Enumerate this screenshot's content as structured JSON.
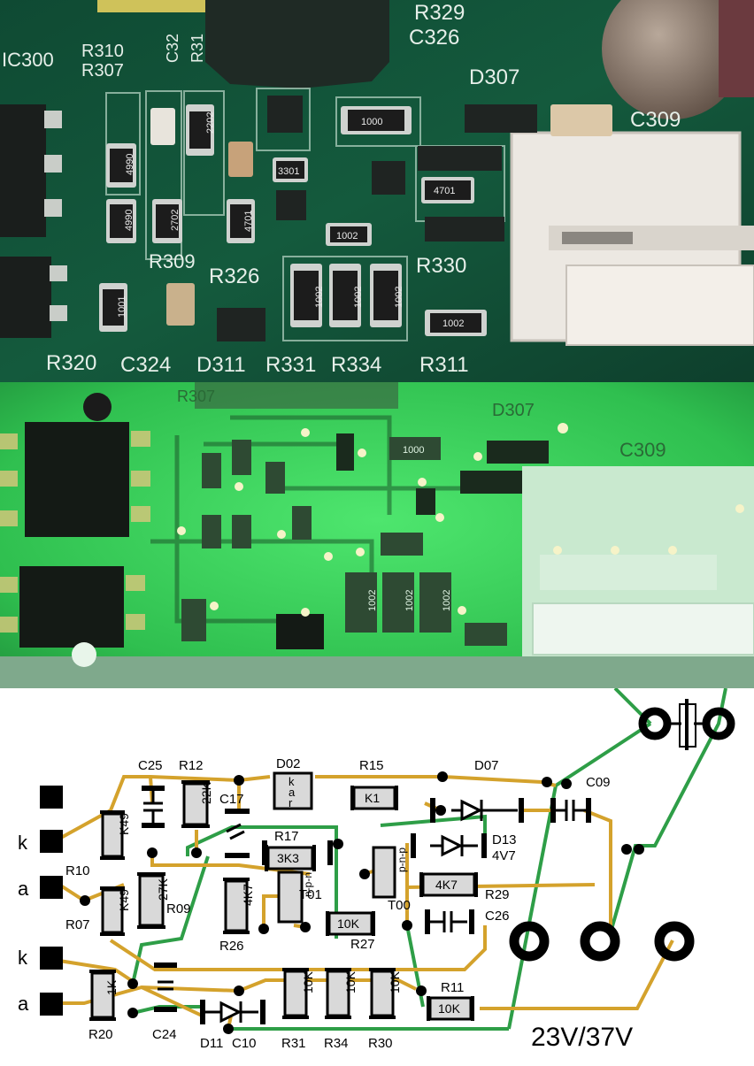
{
  "photo_top": {
    "labels": [
      {
        "id": "ic300",
        "text": "IC300"
      },
      {
        "id": "r310",
        "text": "R310"
      },
      {
        "id": "r307",
        "text": "R307"
      },
      {
        "id": "c32x",
        "text": "C32"
      },
      {
        "id": "r31x",
        "text": "R31"
      },
      {
        "id": "r329",
        "text": "R329"
      },
      {
        "id": "c326",
        "text": "C326"
      },
      {
        "id": "d307",
        "text": "D307"
      },
      {
        "id": "c309",
        "text": "C309"
      },
      {
        "id": "r309",
        "text": "R309"
      },
      {
        "id": "r326",
        "text": "R326"
      },
      {
        "id": "r330",
        "text": "R330"
      },
      {
        "id": "r320",
        "text": "R320"
      },
      {
        "id": "c324",
        "text": "C324"
      },
      {
        "id": "d311",
        "text": "D311"
      },
      {
        "id": "r331",
        "text": "R331"
      },
      {
        "id": "r334",
        "text": "R334"
      },
      {
        "id": "r311",
        "text": "R311"
      }
    ],
    "smd_codes": [
      {
        "id": "s1000",
        "text": "1000"
      },
      {
        "id": "s2202",
        "text": "2202"
      },
      {
        "id": "s4990a",
        "text": "4990"
      },
      {
        "id": "s4990b",
        "text": "4990"
      },
      {
        "id": "s2702",
        "text": "2702"
      },
      {
        "id": "s4701",
        "text": "4701"
      },
      {
        "id": "s3301",
        "text": "3301"
      },
      {
        "id": "s1002",
        "text": "1002"
      },
      {
        "id": "s1001",
        "text": "1001"
      },
      {
        "id": "s4701b",
        "text": "4701"
      },
      {
        "id": "s1002a",
        "text": "1002"
      },
      {
        "id": "s1002b",
        "text": "1002"
      },
      {
        "id": "s1002c",
        "text": "1002"
      },
      {
        "id": "s1002d",
        "text": "1002"
      }
    ]
  },
  "photo_bottom": {
    "labels": [
      {
        "id": "r307b",
        "text": "R307"
      },
      {
        "id": "c309b",
        "text": "C309"
      },
      {
        "id": "d307b",
        "text": "D307"
      }
    ],
    "smd_codes": [
      {
        "id": "b1000",
        "text": "1000"
      },
      {
        "id": "b1002a",
        "text": "1002"
      },
      {
        "id": "b1002b",
        "text": "1002"
      },
      {
        "id": "b1002c",
        "text": "1002"
      }
    ]
  },
  "schematic": {
    "colors": {
      "track_yellow": "#d4a22c",
      "track_green": "#2e9e47",
      "ink": "#000000"
    },
    "pads": [
      {
        "id": "k1",
        "text": "k"
      },
      {
        "id": "a1",
        "text": "a"
      },
      {
        "id": "k2",
        "text": "k"
      },
      {
        "id": "a2",
        "text": "a"
      }
    ],
    "labels": [
      {
        "id": "r10",
        "text": "R10"
      },
      {
        "id": "r07",
        "text": "R07"
      },
      {
        "id": "c25",
        "text": "C25"
      },
      {
        "id": "r12",
        "text": "R12"
      },
      {
        "id": "c17",
        "text": "C17"
      },
      {
        "id": "r09",
        "text": "R09"
      },
      {
        "id": "d02",
        "text": "D02"
      },
      {
        "id": "r17",
        "text": "R17"
      },
      {
        "id": "r26",
        "text": "R26"
      },
      {
        "id": "t01",
        "text": "T01"
      },
      {
        "id": "r27",
        "text": "R27"
      },
      {
        "id": "r15",
        "text": "R15"
      },
      {
        "id": "d07",
        "text": "D07"
      },
      {
        "id": "c09",
        "text": "C09"
      },
      {
        "id": "d13",
        "text": "D13"
      },
      {
        "id": "v47",
        "text": "4V7"
      },
      {
        "id": "t00",
        "text": "T00"
      },
      {
        "id": "r29",
        "text": "R29"
      },
      {
        "id": "c26",
        "text": "C26"
      },
      {
        "id": "r11",
        "text": "R11"
      },
      {
        "id": "r20",
        "text": "R20"
      },
      {
        "id": "c24",
        "text": "C24"
      },
      {
        "id": "d11",
        "text": "D11"
      },
      {
        "id": "c10",
        "text": "C10"
      },
      {
        "id": "r31",
        "text": "R31"
      },
      {
        "id": "r34",
        "text": "R34"
      },
      {
        "id": "r30",
        "text": "R30"
      }
    ],
    "values": [
      {
        "id": "v_k49a",
        "text": "K49"
      },
      {
        "id": "v_k49b",
        "text": "K49"
      },
      {
        "id": "v_22k",
        "text": "22K"
      },
      {
        "id": "v_27k",
        "text": "27K"
      },
      {
        "id": "v_3k3",
        "text": "3K3"
      },
      {
        "id": "v_4k7a",
        "text": "4K7"
      },
      {
        "id": "v_npn",
        "text": "n-p-n"
      },
      {
        "id": "v_10ka",
        "text": "10K"
      },
      {
        "id": "v_k1",
        "text": "K1"
      },
      {
        "id": "v_pnp",
        "text": "p-n-p"
      },
      {
        "id": "v_4k7b",
        "text": "4K7"
      },
      {
        "id": "v_1k",
        "text": "1K"
      },
      {
        "id": "v_10kb",
        "text": "10K"
      },
      {
        "id": "v_10kc",
        "text": "10K"
      },
      {
        "id": "v_10kd",
        "text": "10K"
      },
      {
        "id": "v_10ke",
        "text": "10K"
      }
    ],
    "d02_pins": {
      "k": "k",
      "a": "a",
      "r": "r"
    },
    "voltage": "23V/37V"
  }
}
